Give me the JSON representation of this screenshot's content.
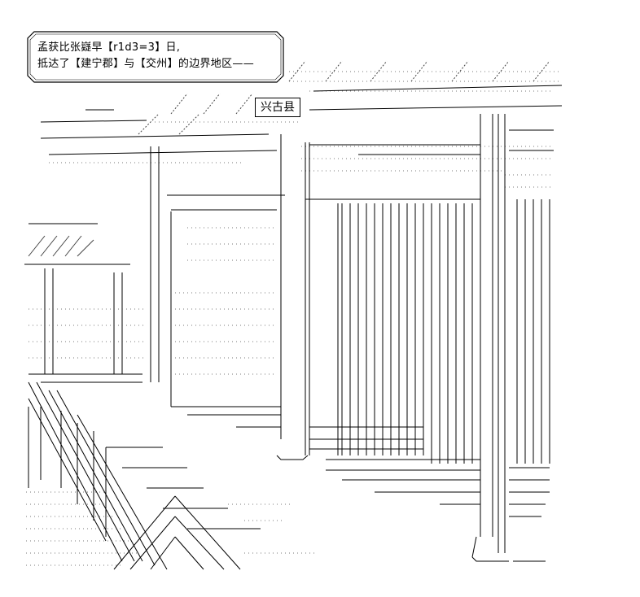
{
  "caption": {
    "line1": "孟获比张嶷早【r1d3=3】日,",
    "line2": "抵达了【建宁郡】与【交州】的边界地区——"
  },
  "sign": {
    "label": "兴古县"
  }
}
